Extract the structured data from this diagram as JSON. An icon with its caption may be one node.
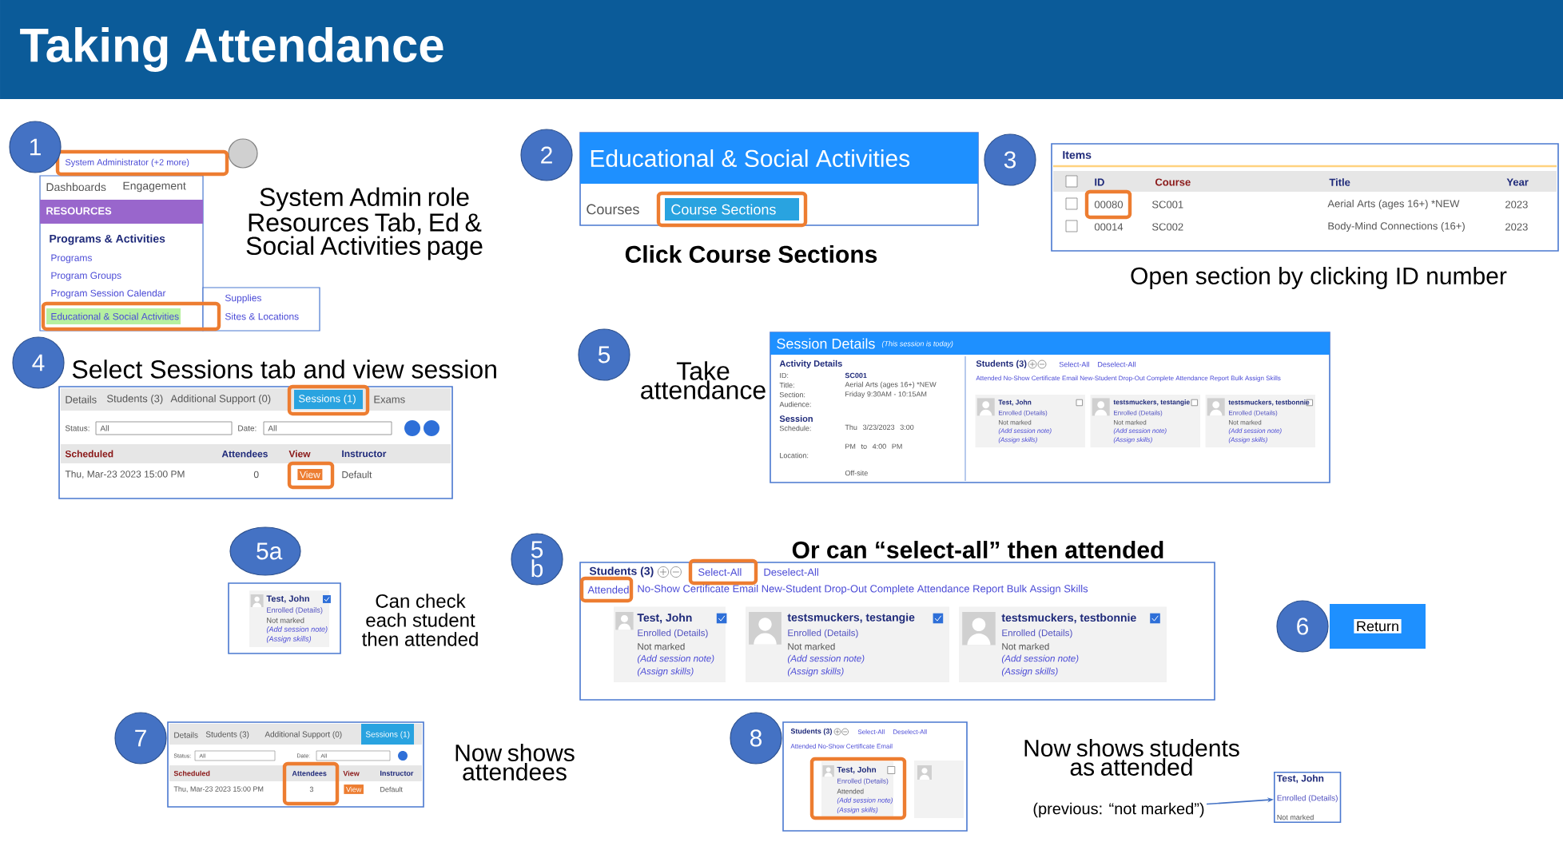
{
  "diagram": {
    "title": "Taking Attendance",
    "nodes": [
      {
        "text": [
          "1"
        ]
      },
      {
        "text": [
          "2"
        ]
      },
      {
        "text": [
          "3"
        ]
      },
      {
        "text": [
          "4"
        ]
      },
      {
        "text": [
          "5"
        ]
      },
      {
        "text": [
          "5a"
        ]
      },
      {
        "text": [
          "5 b"
        ]
      },
      {
        "text": [
          "6"
        ]
      },
      {
        "text": [
          "7"
        ]
      },
      {
        "text": [
          "8"
        ]
      },
      {
        "text": [
          "(previous: “not marked”)"
        ]
      },
      {
        "text": [
          "Test, John",
          "Enrolled (Details)",
          "Not marked"
        ]
      }
    ],
    "edges": [
      {
        "from": 10,
        "to": 11,
        "arrow": "to"
      }
    ],
    "labels": [
      "System Administrator (+2 more)",
      "Dashboards",
      "Engagement",
      "RESOURCES",
      "Programs & Activities",
      "Programs",
      "Program Groups",
      "Program Session Calendar",
      "Educational & Social Activities",
      "Supplies",
      "Sites & Locations",
      "System Admin role Resources Tab, Ed & Social Activities page",
      "Educational & Social Activities",
      "Courses",
      "Course Sections",
      "Click Course Sections",
      "Items",
      "ID",
      "Course",
      "Title",
      "Year",
      "00080",
      "SC001",
      "Aerial Arts (ages 16+) *NEW",
      "2023",
      "00014",
      "SC002",
      "Body-Mind Connections (16+)",
      "2023",
      "Open section by clicking ID number",
      "Select Sessions tab and view session",
      "Details",
      "Students (3)",
      "Additional Support (0)",
      "Sessions (1)",
      "Exams",
      "Status:",
      "All",
      "Date:",
      "All",
      "Scheduled",
      "Attendees",
      "View",
      "Instructor",
      "Thu, Mar-23 2023 15:00 PM",
      "0",
      "View",
      "Default",
      "Take attendance",
      "Session Details",
      "(This session is today)",
      "Activity Details",
      "ID:",
      "SC001",
      "Title:",
      "Aerial Arts (ages 16+) *NEW",
      "Section:",
      "Friday 9:30AM - 10:15AM",
      "Audience:",
      "Session",
      "Schedule:",
      "Thu 3/23/2023 3:00 PM to 4:00 PM",
      "Location:",
      "Off-site",
      "Students (3)",
      "Select-All",
      "Deselect-All",
      "Attended No-Show Certificate Email New-Student Drop-Out Complete Attendance Report Bulk Assign Skills",
      "Test, John",
      "Enrolled (Details)",
      "Not marked",
      "(Add session note)",
      "(Assign skills)",
      "testsmuckers, testangie",
      "Enrolled (Details)",
      "Not marked",
      "(Add session note)",
      "(Assign skills)",
      "testsmuckers, testbonnie",
      "Enrolled (Details)",
      "Not marked",
      "(Add session note)",
      "(Assign skills)",
      "Test, John",
      "Enrolled (Details)",
      "Not marked",
      "(Add session note)",
      "(Assign skills)",
      "Can check each student then attended",
      "Or can “select-all” then attended",
      "Students (3)",
      "Select-All",
      "Deselect-All",
      "Attended",
      "No-Show Certificate Email New-Student Drop-Out Complete Attendance Report Bulk Assign Skills",
      "Test, John",
      "Enrolled (Details)",
      "Not marked",
      "(Add session note)",
      "(Assign skills)",
      "testsmuckers, testangie",
      "Enrolled (Details)",
      "Not marked",
      "(Add session note)",
      "(Assign skills)",
      "testsmuckers, testbonnie",
      "Enrolled (Details)",
      "Not marked",
      "(Add session note)",
      "(Assign skills)",
      "Return",
      "Details",
      "Students (3)",
      "Additional Support (0)",
      "Sessions (1)",
      "Status:",
      "All",
      "Date:",
      "All",
      "Scheduled",
      "Attendees",
      "View",
      "Instructor",
      "Thu, Mar-23 2023 15:00 PM",
      "3",
      "View",
      "Default",
      "Now shows attendees",
      "Students (3)",
      "Select-All",
      "Deselect-All",
      "Attended No-Show Certificate Email",
      "Test, John",
      "Enrolled (Details)",
      "Attended",
      "(Add session note)",
      "(Assign skills)",
      "Now shows students as attended"
    ]
  }
}
